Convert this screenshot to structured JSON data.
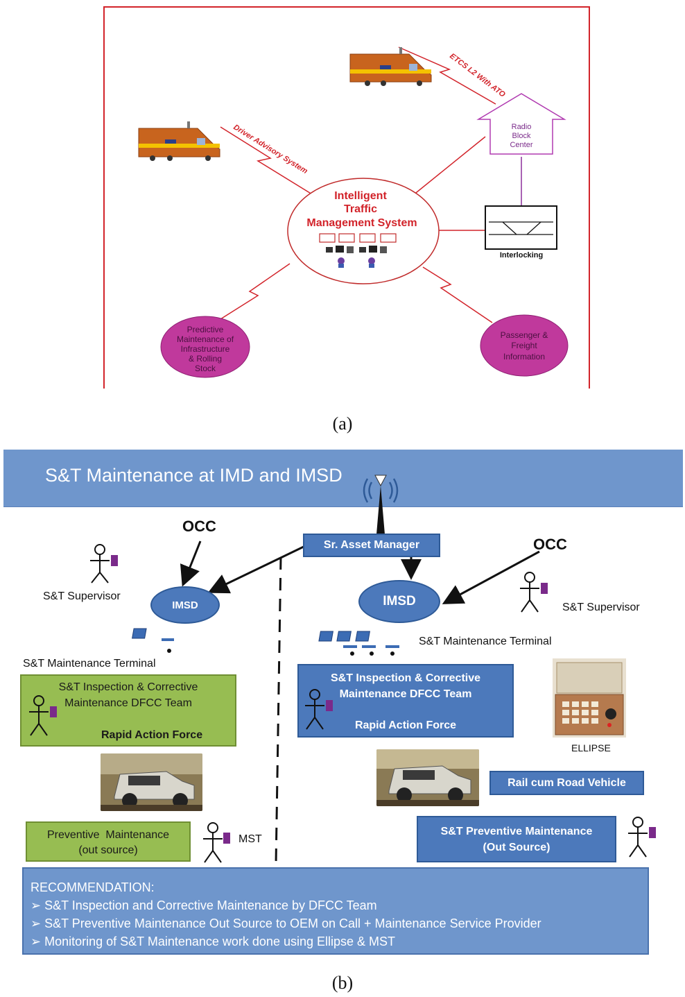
{
  "diagram_a": {
    "center": {
      "line1": "Intelligent",
      "line2": "Traffic",
      "line3": "Management System"
    },
    "rbc": {
      "line1": "Radio",
      "line2": "Block",
      "line3": "Center"
    },
    "interlocking_label": "Interlocking",
    "predictive": {
      "line1": "Predictive",
      "line2": "Maintenance of",
      "line3": "Infrastructure",
      "line4": "& Rolling",
      "line5": "Stock"
    },
    "passenger": {
      "line1": "Passenger &",
      "line2": "Freight",
      "line3": "Information"
    },
    "link_das": "Driver Advisory System",
    "link_etcs": "ETCS L2 With ATO",
    "caption": "(a)"
  },
  "diagram_b": {
    "banner_title": "S&T Maintenance at IMD and IMSD",
    "occ_left": "OCC",
    "occ_right": "OCC",
    "asset_manager": "Sr. Asset Manager",
    "imsd_left": "IMSD",
    "imsd_right": "IMSD",
    "supervisor_left": "S&T Supervisor",
    "supervisor_right": "S&T Supervisor",
    "terminal_left": "S&T Maintenance Terminal",
    "terminal_right": "S&T Maintenance Terminal",
    "green_team": {
      "line1": "S&T Inspection & Corrective",
      "line2": "Maintenance DFCC Team",
      "line3": "Rapid Action Force"
    },
    "blue_team": {
      "line1": "S&T Inspection & Corrective",
      "line2": "Maintenance DFCC Team",
      "line3": "Rapid Action Force"
    },
    "ellipse_label": "ELLIPSE",
    "rail_road": "Rail cum Road Vehicle",
    "green_preventive": {
      "line1": "Preventive  Maintenance",
      "line2": "(out source)"
    },
    "mst_label": "MST",
    "blue_preventive": {
      "line1": "S&T Preventive Maintenance",
      "line2": "(Out Source)"
    },
    "recommendation": {
      "title": "RECOMMENDATION:",
      "items": [
        "S&T Inspection and Corrective Maintenance by DFCC Team",
        "S&T Preventive Maintenance Out Source to  OEM on Call + Maintenance Service Provider",
        "Monitoring of S&T  Maintenance work done  using Ellipse & MST"
      ]
    },
    "caption": "(b)"
  },
  "colors": {
    "frame_red": "#d2232a",
    "train_orange": "#c8641e",
    "magenta": "#c0399c",
    "banner_blue": "#6f96cc",
    "box_blue": "#4c79bb",
    "box_green": "#97bd52"
  }
}
